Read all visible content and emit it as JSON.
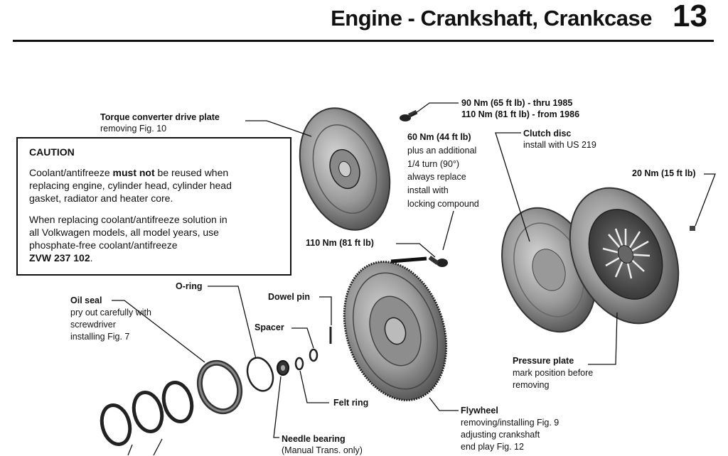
{
  "header": {
    "title": "Engine - Crankshaft, Crankcase",
    "section_number": "13"
  },
  "caution": {
    "heading": "CAUTION",
    "p1_before": "Coolant/antifreeze ",
    "p1_bold": "must not",
    "p1_after_line1": " be reused when",
    "p1_line2": "replacing engine, cylinder head, cylinder head",
    "p1_line3": "gasket, radiator and heater core.",
    "p2_line1": "When replacing coolant/antifreeze solution in",
    "p2_line2": "all Volkwagen models, all model years, use",
    "p2_line3": "phosphate-free coolant/antifreeze",
    "p2_part_no": "ZVW 237 102",
    "p2_period": "."
  },
  "labels": {
    "torque_converter": {
      "name": "Torque converter drive plate",
      "note": "removing Fig. 10"
    },
    "bolt_torque_90": {
      "line1": "90 Nm (65 ft lb) - thru 1985",
      "line2": "110 Nm (81 ft lb) - from 1986"
    },
    "bolt_torque_60": {
      "line1": "60 Nm (44 ft lb)",
      "line2": "plus an additional",
      "line3": "1/4 turn (90°)",
      "line4": "always replace",
      "line5": "install with",
      "line6": "locking compound"
    },
    "clutch_disc": {
      "name": "Clutch disc",
      "note": "install with US 219"
    },
    "bolt_torque_20": "20 Nm (15 ft lb)",
    "bolt_torque_110": "110 Nm (81 ft lb)",
    "oil_seal": {
      "name": "Oil seal",
      "line1": "pry out carefully with",
      "line2": "screwdriver",
      "line3": "installing Fig. 7"
    },
    "o_ring": "O-ring",
    "dowel_pin": "Dowel pin",
    "spacer": "Spacer",
    "felt_ring": "Felt ring",
    "needle_bearing": {
      "name": "Needle bearing",
      "note": "(Manual Trans. only)"
    },
    "pressure_plate": {
      "name": "Pressure plate",
      "line1": "mark position before",
      "line2": "removing"
    },
    "flywheel": {
      "name": "Flywheel",
      "line1": "removing/installing Fig. 9",
      "line2": "adjusting crankshaft",
      "line3": "end play Fig. 12"
    }
  }
}
